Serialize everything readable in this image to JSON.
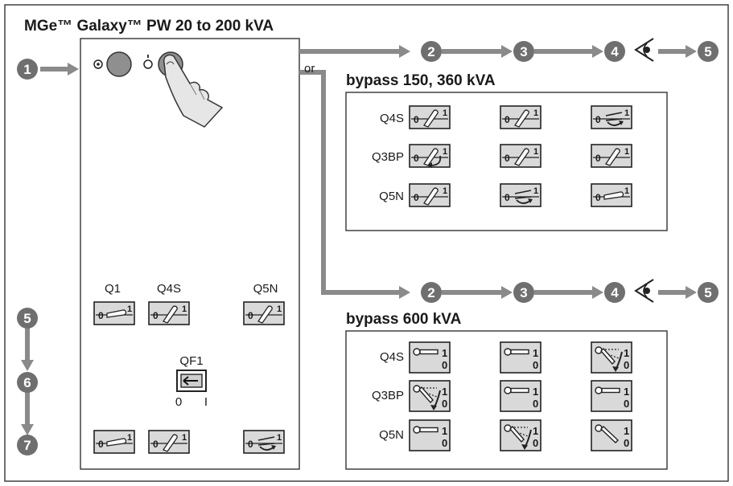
{
  "title": "MGe™ Galaxy™ PW 20 to 200 kVA",
  "colors": {
    "arrow": "#8a8a8a",
    "step_circle": "#6f6f6f",
    "switch_fill": "#d9d9d9",
    "frame": "#333333"
  },
  "or_label": "or",
  "bypass_small": {
    "title": "bypass 150, 360 kVA",
    "steps": [
      "2",
      "3",
      "4",
      "5"
    ],
    "rows": [
      {
        "label": "Q4S",
        "states": [
          "up",
          "up",
          "rotate"
        ]
      },
      {
        "label": "Q3BP",
        "states": [
          "rotate-down",
          "up",
          "up"
        ]
      },
      {
        "label": "Q5N",
        "states": [
          "up",
          "rotate",
          "off"
        ]
      }
    ]
  },
  "bypass_large": {
    "title": "bypass 600 kVA",
    "steps": [
      "2",
      "3",
      "4",
      "5"
    ],
    "rows": [
      {
        "label": "Q4S",
        "states": [
          "straight",
          "straight",
          "lever-down"
        ]
      },
      {
        "label": "Q3BP",
        "states": [
          "lever-down",
          "straight",
          "straight"
        ]
      },
      {
        "label": "Q5N",
        "states": [
          "straight",
          "lever-down",
          "diag"
        ]
      }
    ]
  },
  "ups_panel": {
    "switch_labels": [
      "Q1",
      "Q4S",
      "Q5N"
    ],
    "qf1": {
      "label": "QF1",
      "pos0": "0",
      "pos1": "I"
    },
    "top_row_states": [
      "off",
      "up",
      "up"
    ],
    "bottom_row_states": [
      "off",
      "up",
      "rotate"
    ]
  },
  "left_steps": [
    "1",
    "5",
    "6",
    "7"
  ],
  "switch_text": {
    "zero": "0",
    "one": "1"
  }
}
